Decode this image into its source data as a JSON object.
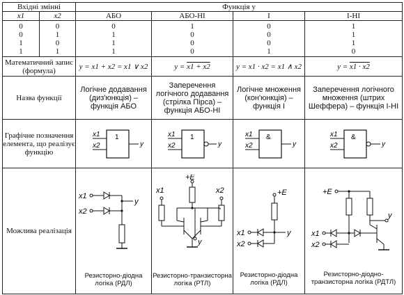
{
  "header": {
    "inputs_title": "Вхідні змінні",
    "function_title": "Функція y",
    "x1": "x1",
    "x2": "x2",
    "functions": [
      "АБО",
      "АБО-НІ",
      "І",
      "І-НІ"
    ]
  },
  "truth_table": [
    [
      "0",
      "0",
      "0",
      "1",
      "0",
      "1"
    ],
    [
      "0",
      "1",
      "1",
      "0",
      "0",
      "1"
    ],
    [
      "1",
      "0",
      "1",
      "0",
      "0",
      "1"
    ],
    [
      "1",
      "1",
      "1",
      "0",
      "1",
      "0"
    ]
  ],
  "rows": {
    "math_label": "Математичний запис (формула)",
    "name_label": "Назва функції",
    "graphic_label": "Графічне позначення елемента, що реалізує функцію",
    "impl_label": "Можлива реалізація"
  },
  "formulas": {
    "or": "y = x1 + x2 = x1 ∨ x2",
    "nor_prefix": "y = ",
    "nor_over": "x1 + x2",
    "and": "y = x1 · x2 = x1 ∧ x2",
    "nand_prefix": "y = ",
    "nand_over": "x1 · x2"
  },
  "names": {
    "or": "Логічне додавання (диз'юнкція) – функція АБО",
    "nor": "Заперечення логічного додавання (стрілка Пірса) – функція АБО-НІ",
    "and": "Логічне множення (кон'юнкція) – функція І",
    "nand": "Заперечення логічного множення (штрих Шеффера) – функція І-НІ"
  },
  "symbols": {
    "in1": "x1",
    "in2": "x2",
    "out": "y",
    "or_mark": "1",
    "and_mark": "&"
  },
  "impl": {
    "plus_e": "+E",
    "in1": "x1",
    "in2": "x2",
    "out": "y",
    "rdl": "Резисторно-діодна логіка (РДЛ)",
    "rtl": "Резисторно-транзисторна логіка (РТЛ)",
    "rdl2": "Резисторно-діодна логіка (РДЛ)",
    "rdtl": "Резисторно-діодно-транзисторна логіка (РДТЛ)"
  }
}
